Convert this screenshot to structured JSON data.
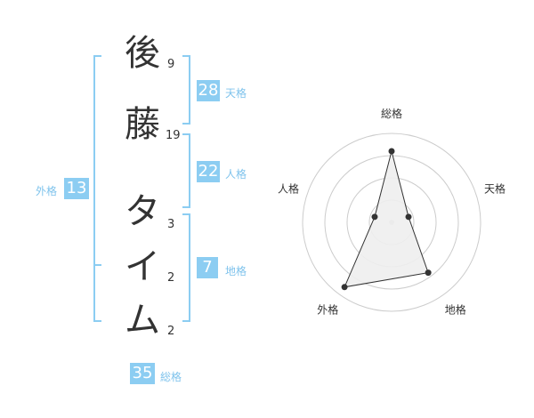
{
  "name": {
    "chars": [
      {
        "char": "後",
        "strokes": "9"
      },
      {
        "char": "藤",
        "strokes": "19"
      },
      {
        "char": "タ",
        "strokes": "3"
      },
      {
        "char": "イ",
        "strokes": "2"
      },
      {
        "char": "ム",
        "strokes": "2"
      }
    ]
  },
  "fortune": {
    "tenkaku": {
      "value": "28",
      "label": "天格"
    },
    "jinkaku": {
      "value": "22",
      "label": "人格"
    },
    "chikaku": {
      "value": "7",
      "label": "地格"
    },
    "gaikaku": {
      "value": "13",
      "label": "外格"
    },
    "soukaku": {
      "value": "35",
      "label": "総格"
    }
  },
  "chart_data": {
    "type": "radar",
    "axes": [
      "総格",
      "天格",
      "地格",
      "外格",
      "人格"
    ],
    "values": [
      0.8,
      0.2,
      0.7,
      0.9,
      0.2
    ],
    "rings": 4,
    "colors": {
      "fill": "#eeeeee",
      "stroke": "#333333",
      "ring": "#cccccc",
      "center": "#cccccc"
    }
  }
}
